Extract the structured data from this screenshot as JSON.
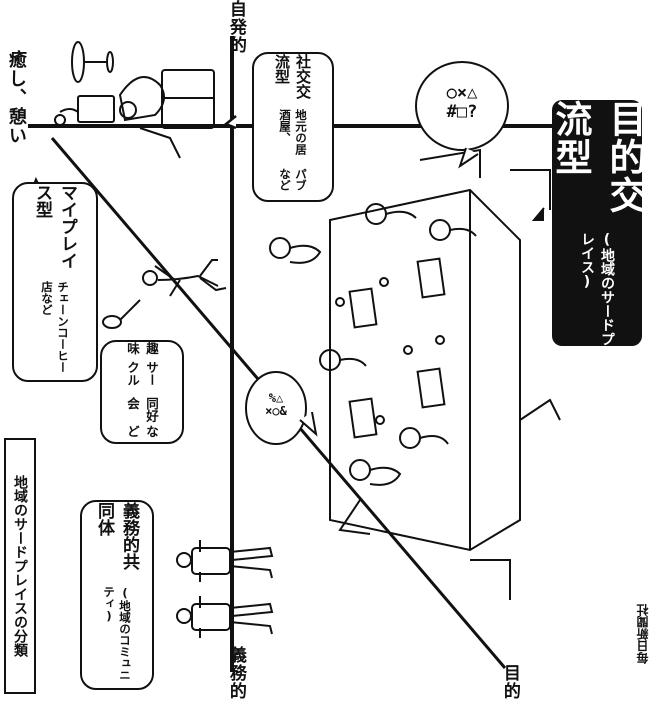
{
  "diagram": {
    "title_box": "地域のサードプレイスの分類",
    "axis": {
      "top_right_label": "自発的",
      "bottom_left_label": "義務的",
      "top_left_label": "癒し、憩い",
      "bottom_right_label": "目的"
    },
    "callouts": {
      "my_place": {
        "title": "マイプレイス型",
        "sub": "チェーンコーヒー店など"
      },
      "hobby": {
        "lines": [
          "趣味",
          "サークル",
          "同好会",
          "など"
        ]
      },
      "social": {
        "title": "社交交流型",
        "sub1": "地元の居酒屋、",
        "sub2": "パブなど"
      },
      "obligatory": {
        "title": "義務的共同体",
        "sub": "(地域のコミュニティ)"
      }
    },
    "hero": {
      "title": "目的交流型",
      "sub": "(地域のサードプレイス)"
    },
    "speech_symbols": {
      "left": "%△\n×○&",
      "right": "○×△\n#□?"
    },
    "credit": "毎日新聞社"
  }
}
